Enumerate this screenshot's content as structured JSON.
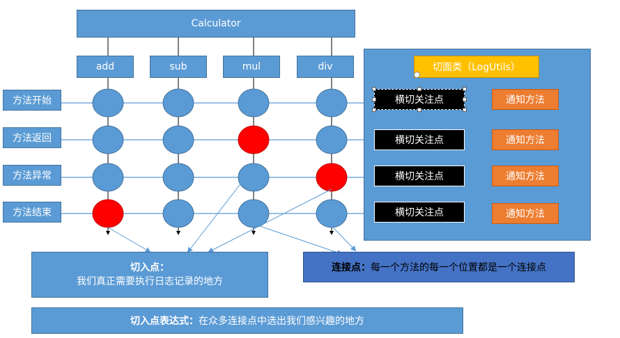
{
  "title": "Calculator",
  "methods": [
    "add",
    "sub",
    "mul",
    "div"
  ],
  "rows": [
    "方法开始",
    "方法返回",
    "方法异常",
    "方法结束"
  ],
  "aspect": {
    "title": "切面类（LogUtils）",
    "pointcuts": [
      "横切关注点",
      "横切关注点",
      "横切关注点",
      "横切关注点"
    ],
    "advices": [
      "通知方法",
      "通知方法",
      "通知方法",
      "通知方法"
    ]
  },
  "pointcut_box": {
    "heading": "切入点：",
    "body": "我们真正需要执行日志记录的地方"
  },
  "joinpoint_box": {
    "heading": "连接点：",
    "body": "每一个方法的每一个位置都是一个连接点"
  },
  "expression_box": {
    "heading": "切入点表达式：",
    "body": "在众多连接点中选出我们感兴趣的地方"
  },
  "red_nodes": [
    [
      3,
      0
    ],
    [
      1,
      2
    ],
    [
      2,
      3
    ]
  ],
  "colors": {
    "blue": "#5b9bd5",
    "red": "#ff0000",
    "orange": "#ed7d31",
    "gold": "#ffc000",
    "dark_blue": "#4472c4",
    "black": "#000000"
  }
}
